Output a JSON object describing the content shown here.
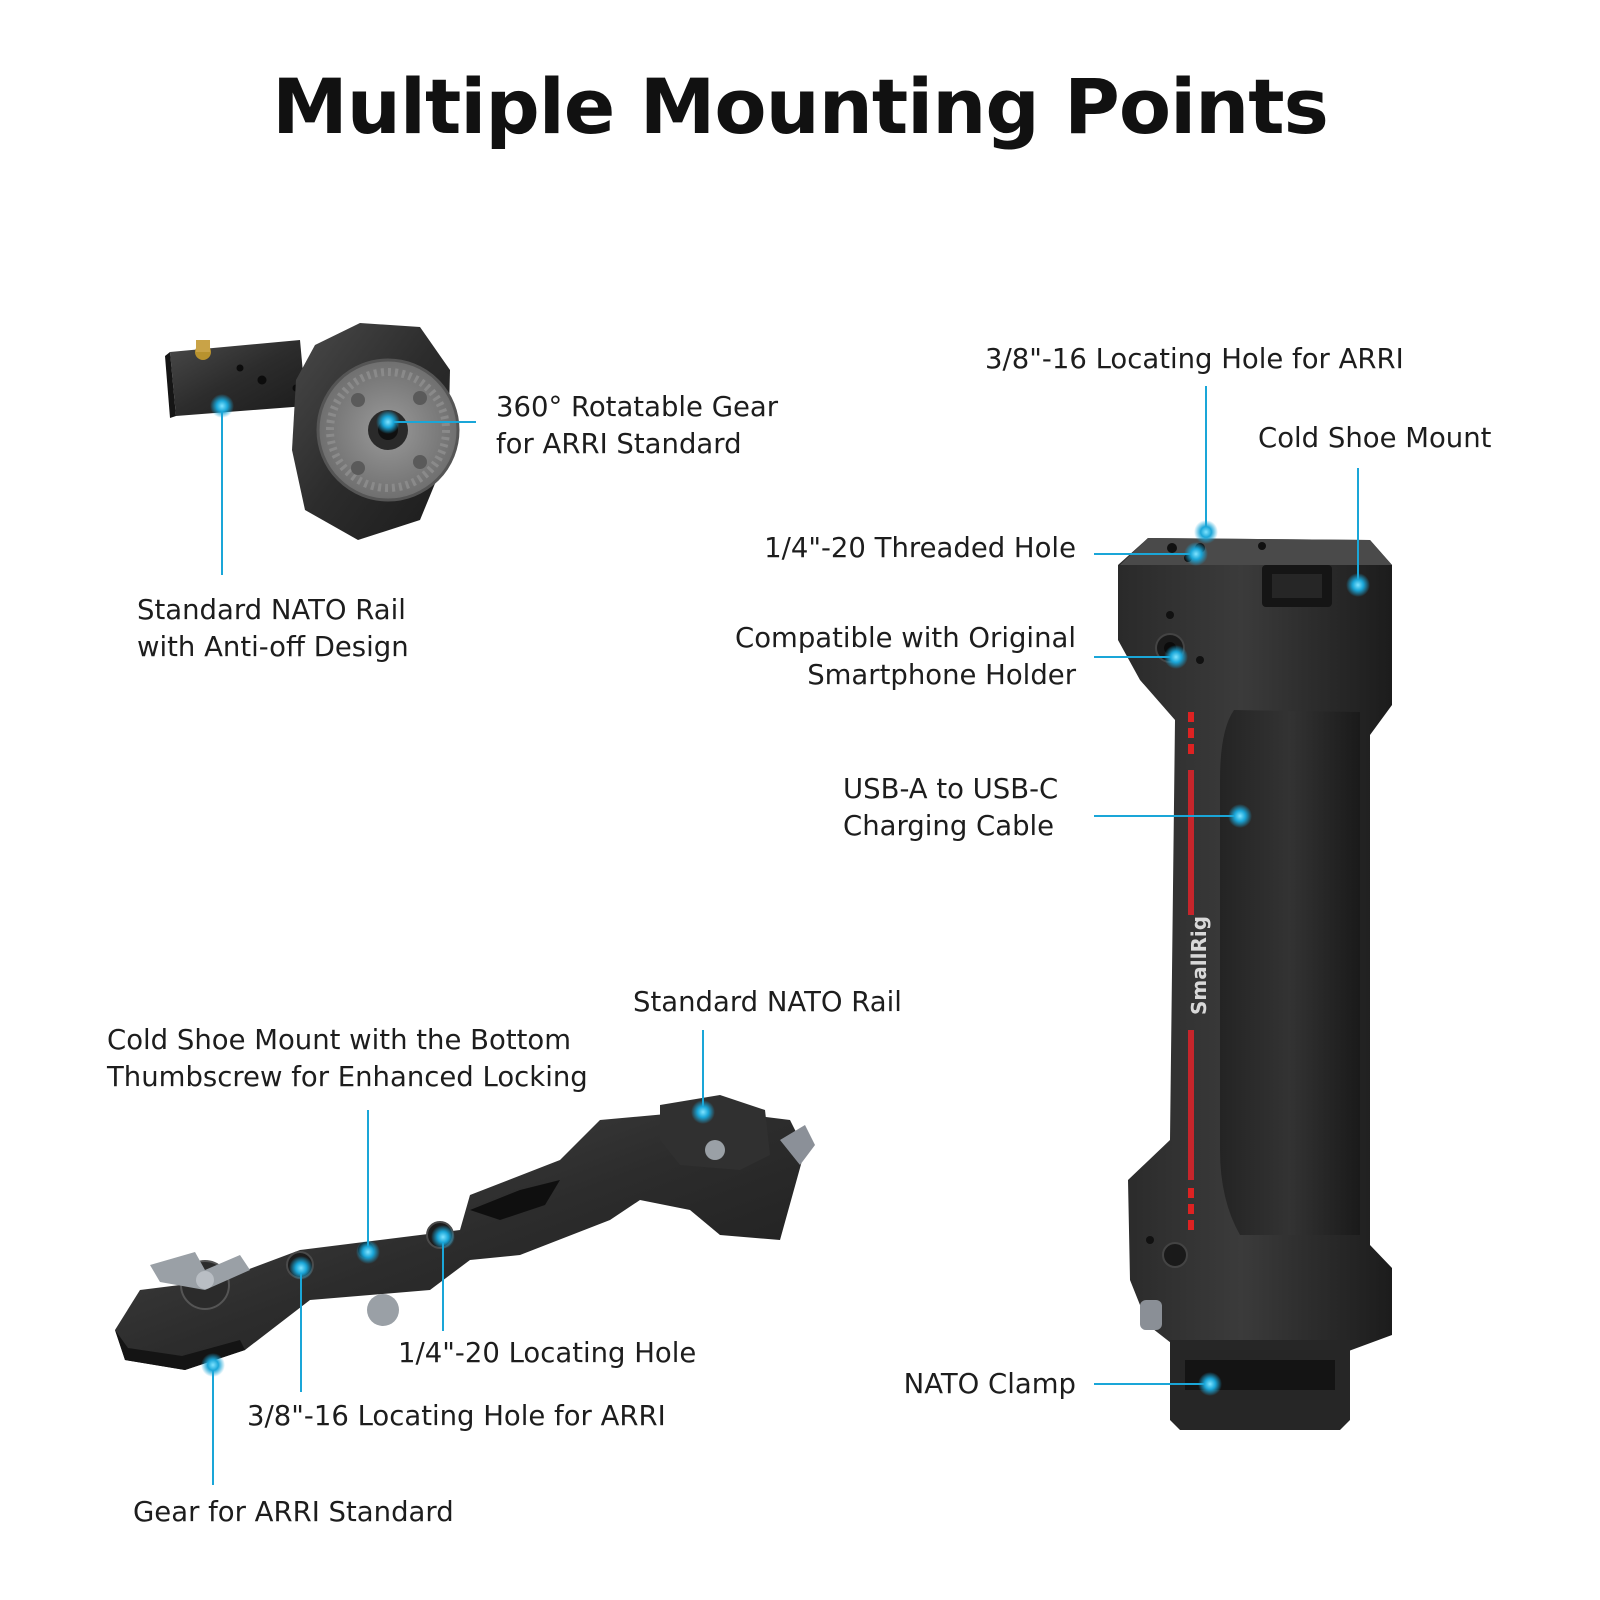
{
  "title": "Multiple Mounting Points",
  "accent_color": "#1aa6d8",
  "callouts": {
    "gear_rotatable": [
      "360° Rotatable Gear",
      "for ARRI Standard"
    ],
    "nato_rail_antioff": [
      "Standard NATO Rail",
      "with Anti-off Design"
    ],
    "locating_hole_arri_top": [
      "3/8\"-16 Locating Hole for ARRI"
    ],
    "cold_shoe_top": [
      "Cold Shoe Mount"
    ],
    "threaded_hole_top": [
      "1/4\"-20 Threaded Hole"
    ],
    "smartphone_holder": [
      "Compatible with Original",
      "Smartphone Holder"
    ],
    "usb_cable": [
      "USB-A to USB-C",
      "Charging Cable"
    ],
    "nato_rail_arm": [
      "Standard NATO Rail"
    ],
    "cold_shoe_arm": [
      "Cold Shoe Mount with the Bottom",
      "Thumbscrew for Enhanced Locking"
    ],
    "locating_hole_quarter": [
      "1/4\"-20 Locating Hole"
    ],
    "locating_hole_arri_arm": [
      "3/8\"-16 Locating Hole for ARRI"
    ],
    "gear_arri_arm": [
      "Gear for ARRI Standard"
    ],
    "nato_clamp": [
      "NATO Clamp"
    ]
  },
  "handle_logo": "SmallRig",
  "icons": {
    "callout_dot": "glowing-dot-icon"
  }
}
